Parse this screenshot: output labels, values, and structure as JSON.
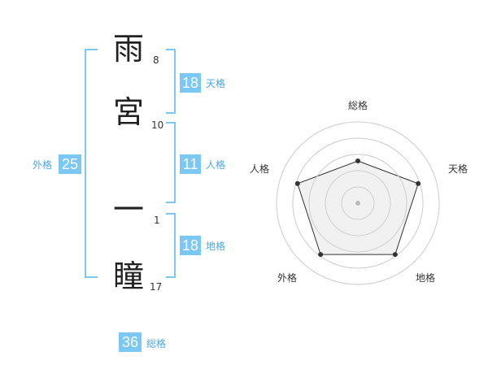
{
  "name": {
    "chars": [
      {
        "char": "雨",
        "strokes": "8"
      },
      {
        "char": "宮",
        "strokes": "10"
      },
      {
        "char": "一",
        "strokes": "1"
      },
      {
        "char": "瞳",
        "strokes": "17"
      }
    ]
  },
  "kaku": {
    "ten": {
      "value": "18",
      "label": "天格"
    },
    "jin": {
      "value": "11",
      "label": "人格"
    },
    "chi": {
      "value": "18",
      "label": "地格"
    },
    "gai": {
      "value": "25",
      "label": "外格"
    },
    "sou": {
      "value": "36",
      "label": "総格"
    }
  },
  "radar": {
    "labels": [
      "総格",
      "天格",
      "地格",
      "外格",
      "人格"
    ],
    "values": [
      0.52,
      0.78,
      0.78,
      0.78,
      0.78
    ],
    "line_color": "#333333",
    "fill_color": "#eeeeee",
    "ring_color": "#cccccc"
  },
  "colors": {
    "accent": "#7cc8f5",
    "label": "#4aa8e8"
  }
}
